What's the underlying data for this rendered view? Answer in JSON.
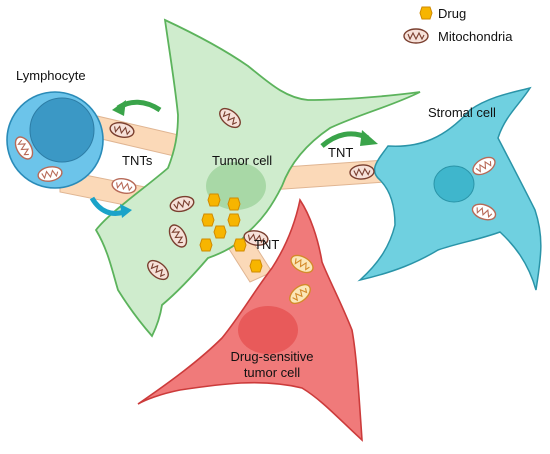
{
  "legend": {
    "drug": {
      "label": "Drug",
      "icon": "drug-icon"
    },
    "mitochondria": {
      "label": "Mitochondria",
      "icon": "mitochondria-icon"
    }
  },
  "labels": {
    "lymphocyte": "Lymphocyte",
    "tnts": "TNTs",
    "tumor_cell": "Tumor cell",
    "tnt_right": "TNT",
    "stromal_cell": "Stromal cell",
    "tnt_lower": "TNT",
    "drug_sensitive_line1": "Drug-sensitive",
    "drug_sensitive_line2": "tumor cell"
  },
  "colors": {
    "tumor_fill": "#cfeccd",
    "tumor_stroke": "#5cb35c",
    "lymph_fill": "#6cc4ea",
    "lymph_stroke": "#2a8bb8",
    "stromal_fill": "#6fd0e0",
    "stromal_stroke": "#2a94a8",
    "sensitive_fill": "#f07a7a",
    "sensitive_stroke": "#cc3b3b",
    "tnt_fill": "#fbd9b8",
    "drug": "#f7b500",
    "arrow_green": "#3aa44a",
    "arrow_blue": "#1aa3c9"
  }
}
